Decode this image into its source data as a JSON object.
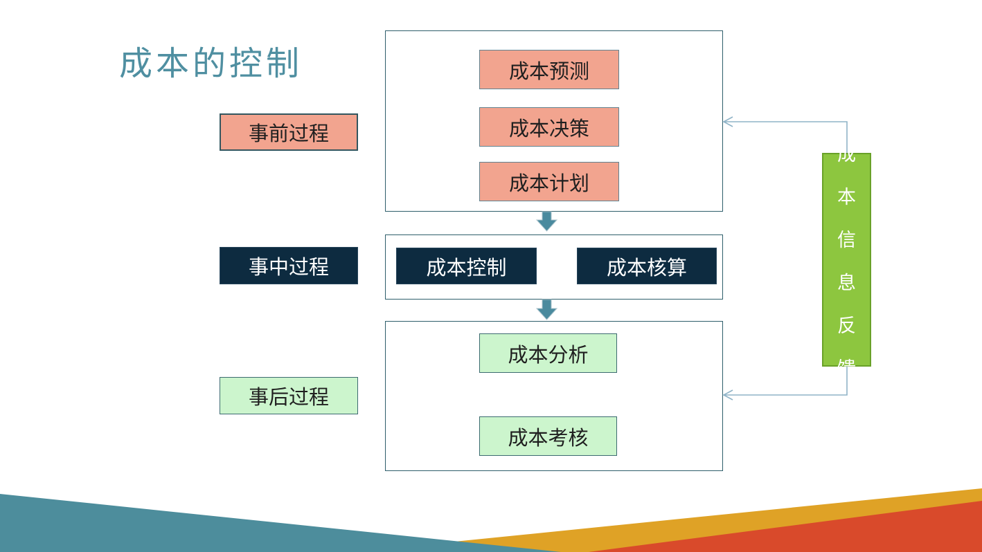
{
  "title": "成本的控制",
  "stages": {
    "before": "事前过程",
    "during": "事中过程",
    "after": "事后过程"
  },
  "nodes": {
    "forecast": "成本预测",
    "decision": "成本决策",
    "planning": "成本计划",
    "control": "成本控制",
    "accounting": "成本核算",
    "analysis": "成本分析",
    "assessment": "成本考核"
  },
  "feedback": {
    "label": "成本信息反馈",
    "chars": [
      "成",
      "本",
      "信",
      "息",
      "反",
      "馈"
    ]
  },
  "colors": {
    "title_teal": "#4f8fa1",
    "salmon": "#f2a48f",
    "navy": "#0d2b40",
    "pale_green": "#ccf5cd",
    "bright_green": "#8dc63f",
    "teal_wave": "#4d8d9c",
    "gold_wave": "#dfa226",
    "red_wave": "#d94a2b",
    "arrow_teal": "#4a8a9e",
    "feedback_line": "#8fb3c7",
    "container_border": "#2d5d6a"
  }
}
